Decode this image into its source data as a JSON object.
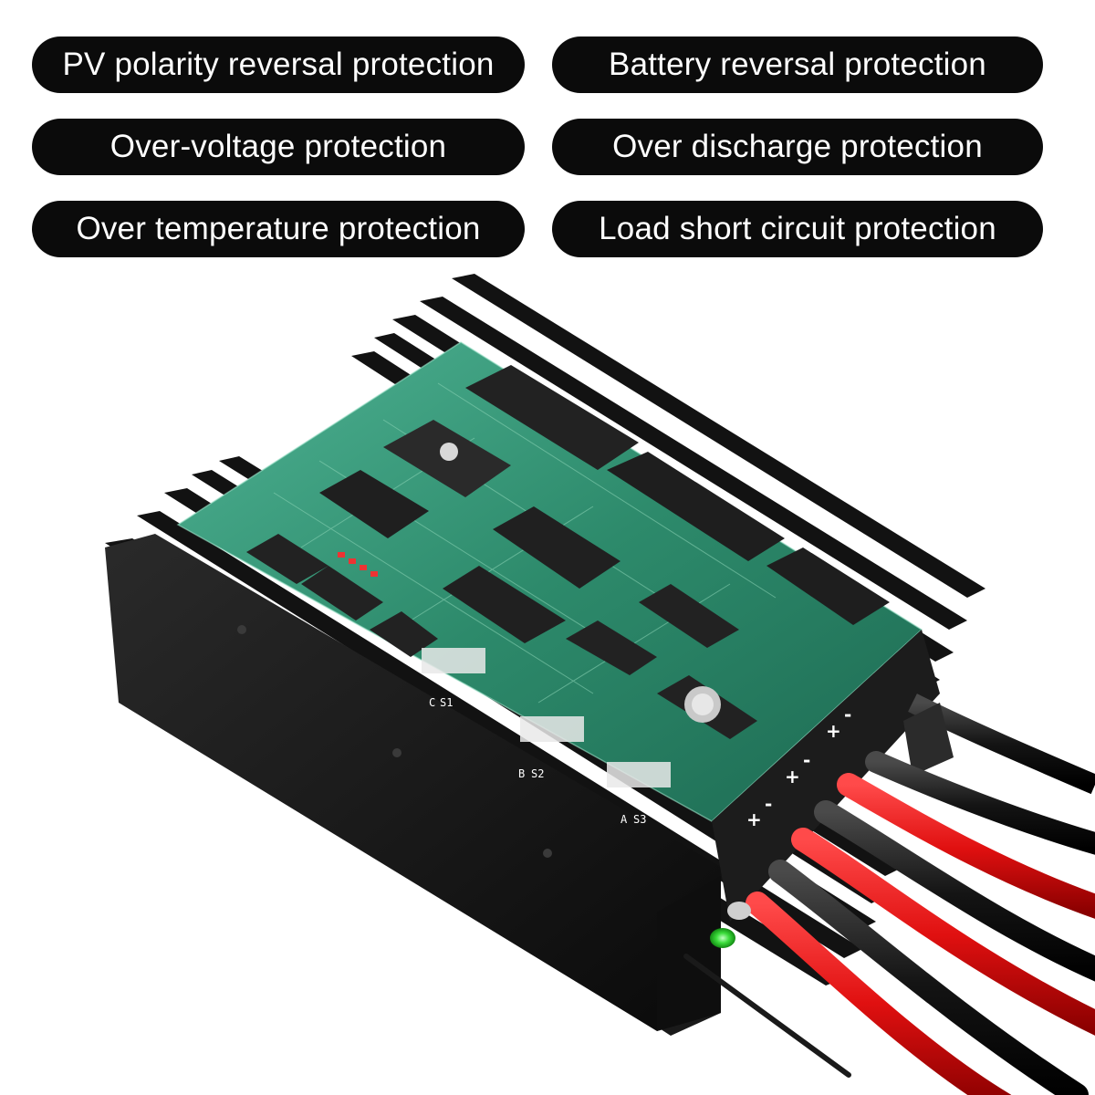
{
  "features": [
    "PV polarity reversal protection",
    "Battery reversal protection",
    "Over-voltage protection",
    "Over discharge protection",
    "Over temperature protection",
    "Load short circuit protection"
  ],
  "board": {
    "switch_labels": [
      "C",
      "S1",
      "B",
      "S2",
      "A",
      "S3"
    ],
    "terminal_marks": [
      "+",
      "-",
      "+",
      "-",
      "+",
      "-"
    ]
  },
  "colors": {
    "pill_background": "#0b0b0b",
    "pill_text": "#ffffff",
    "heatsink": "#151515",
    "pcb": "#2d8a6b",
    "cable_red": "#e01010",
    "cable_black": "#111111",
    "led_green": "#3bdc3b"
  }
}
